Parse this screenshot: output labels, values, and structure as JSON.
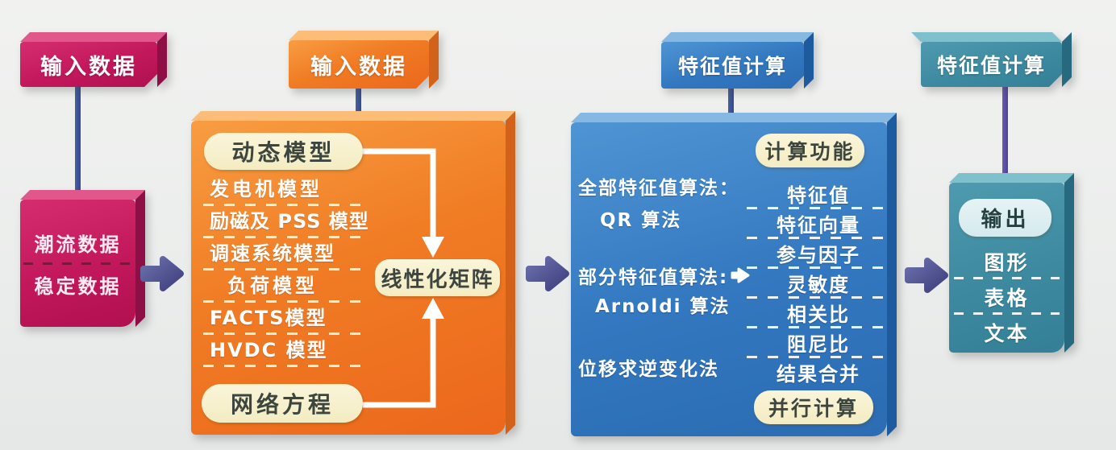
{
  "palette": {
    "magenta": "#c2185b",
    "orange": "#f07c24",
    "blue": "#3277bf",
    "teal": "#3d8aa0",
    "cream_pill": "#f7f1cf",
    "light_pill": "#ddeef2",
    "flow_arrow": "#4a4f90",
    "stem_navy": "#3a539c",
    "stem_purple": "#5b4ca3",
    "dash_white": "#ffffff",
    "dash_dark": "#6e1432"
  },
  "sections": {
    "input": {
      "header_label": "输入数据",
      "items": [
        "潮流数据",
        "稳定数据"
      ]
    },
    "models": {
      "header_label": "输入数据",
      "top_pill": "动态模型",
      "items": [
        "发电机模型",
        "励磁及 PSS 模型",
        "调速系统模型",
        "负荷模型",
        "FACTS模型",
        "HVDC 模型"
      ],
      "bottom_pill": "网络方程",
      "result_pill": "线性化矩阵"
    },
    "eigen": {
      "header_label": "特征值计算",
      "function_pill": "计算功能",
      "algorithms": [
        "全部特征值算法：",
        "QR 算法",
        "部分特征值算法:",
        "Arnoldi 算法",
        "位移求逆变化法"
      ],
      "outputs": [
        "特征值",
        "特征向量",
        "参与因子",
        "灵敏度",
        "相关比",
        "阻尼比",
        "结果合并"
      ],
      "bottom_pill": "并行计算"
    },
    "output": {
      "header_label": "特征值计算",
      "pill": "输出",
      "items": [
        "图形",
        "表格",
        "文本"
      ]
    }
  }
}
